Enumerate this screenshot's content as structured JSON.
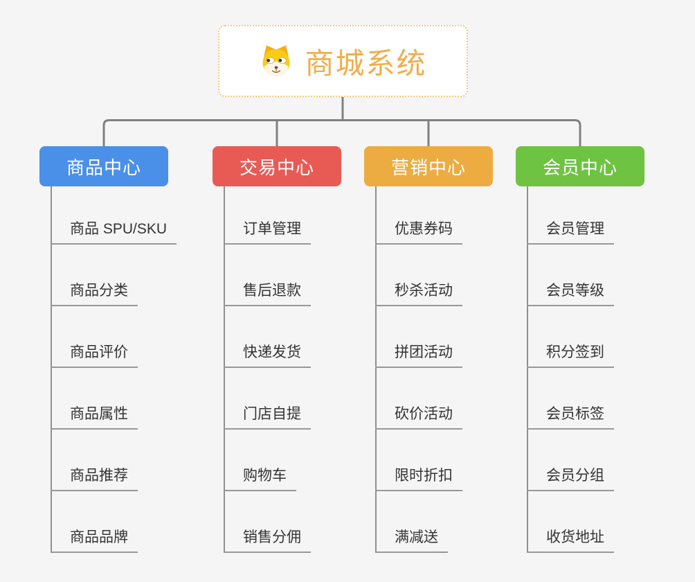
{
  "root": {
    "title": "商城系统",
    "icon": "shiba-dog-icon",
    "title_color": "#F0AE4B",
    "border_color": "#F6C87F"
  },
  "connector_color": "#808080",
  "underline_color": "#979797",
  "branches": [
    {
      "label": "商品中心",
      "color": "#4A90E9",
      "children": [
        "商品 SPU/SKU",
        "商品分类",
        "商品评价",
        "商品属性",
        "商品推荐",
        "商品品牌"
      ]
    },
    {
      "label": "交易中心",
      "color": "#E85B55",
      "children": [
        "订单管理",
        "售后退款",
        "快递发货",
        "门店自提",
        "购物车",
        "销售分佣"
      ]
    },
    {
      "label": "营销中心",
      "color": "#ECAC42",
      "children": [
        "优惠券码",
        "秒杀活动",
        "拼团活动",
        "砍价活动",
        "限时折扣",
        "满减送"
      ]
    },
    {
      "label": "会员中心",
      "color": "#6EC342",
      "children": [
        "会员管理",
        "会员等级",
        "积分签到",
        "会员标签",
        "会员分组",
        "收货地址"
      ]
    }
  ]
}
